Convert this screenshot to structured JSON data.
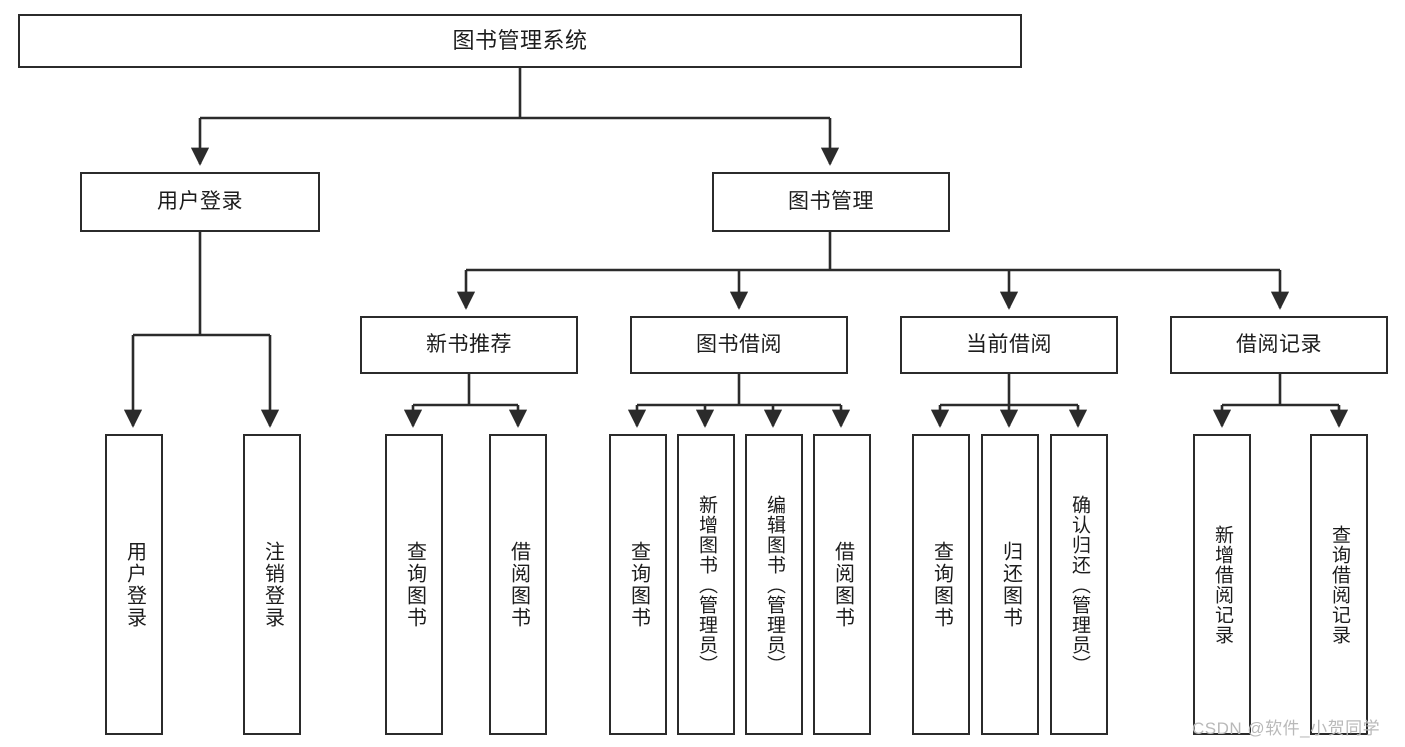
{
  "diagram": {
    "type": "tree-hierarchy-chart",
    "title": "图书管理系统",
    "line_color": "#2b2b2b",
    "box_fill": "#ffffff",
    "text_color": "#1c1c1c",
    "levels": [
      {
        "level": 1,
        "nodes": [
          {
            "id": "root",
            "label": "图书管理系统",
            "orientation": "horizontal"
          }
        ]
      },
      {
        "level": 2,
        "nodes": [
          {
            "id": "login",
            "label": "用户登录",
            "orientation": "horizontal"
          },
          {
            "id": "bookmgmt",
            "label": "图书管理",
            "orientation": "horizontal"
          }
        ]
      },
      {
        "level": 3,
        "nodes": [
          {
            "id": "newbook",
            "label": "新书推荐",
            "orientation": "horizontal"
          },
          {
            "id": "borrow",
            "label": "图书借阅",
            "orientation": "horizontal"
          },
          {
            "id": "current",
            "label": "当前借阅",
            "orientation": "horizontal"
          },
          {
            "id": "record",
            "label": "借阅记录",
            "orientation": "horizontal"
          }
        ]
      },
      {
        "level": 4,
        "nodes": [
          {
            "id": "leaf-user-login",
            "label": "用户登录",
            "orientation": "vertical",
            "parent": "login"
          },
          {
            "id": "leaf-user-logout",
            "label": "注销登录",
            "orientation": "vertical",
            "parent": "login"
          },
          {
            "id": "leaf-newbook-query",
            "label": "查询图书",
            "orientation": "vertical",
            "parent": "newbook"
          },
          {
            "id": "leaf-newbook-borrow",
            "label": "借阅图书",
            "orientation": "vertical",
            "parent": "newbook"
          },
          {
            "id": "leaf-borrow-query",
            "label": "查询图书",
            "orientation": "vertical",
            "parent": "borrow"
          },
          {
            "id": "leaf-borrow-add",
            "label": "新增图书（管理员）",
            "orientation": "vertical",
            "parent": "borrow"
          },
          {
            "id": "leaf-borrow-edit",
            "label": "编辑图书（管理员）",
            "orientation": "vertical",
            "parent": "borrow"
          },
          {
            "id": "leaf-borrow-lend",
            "label": "借阅图书",
            "orientation": "vertical",
            "parent": "borrow"
          },
          {
            "id": "leaf-current-query",
            "label": "查询图书",
            "orientation": "vertical",
            "parent": "current"
          },
          {
            "id": "leaf-current-return",
            "label": "归还图书",
            "orientation": "vertical",
            "parent": "current"
          },
          {
            "id": "leaf-current-confirm",
            "label": "确认归还（管理员）",
            "orientation": "vertical",
            "parent": "current"
          },
          {
            "id": "leaf-record-add",
            "label": "新增借阅记录",
            "orientation": "vertical",
            "parent": "record"
          },
          {
            "id": "leaf-record-query",
            "label": "查询借阅记录",
            "orientation": "vertical",
            "parent": "record"
          }
        ]
      }
    ]
  },
  "watermark": {
    "text": "CSDN @软件_小贺同学"
  }
}
